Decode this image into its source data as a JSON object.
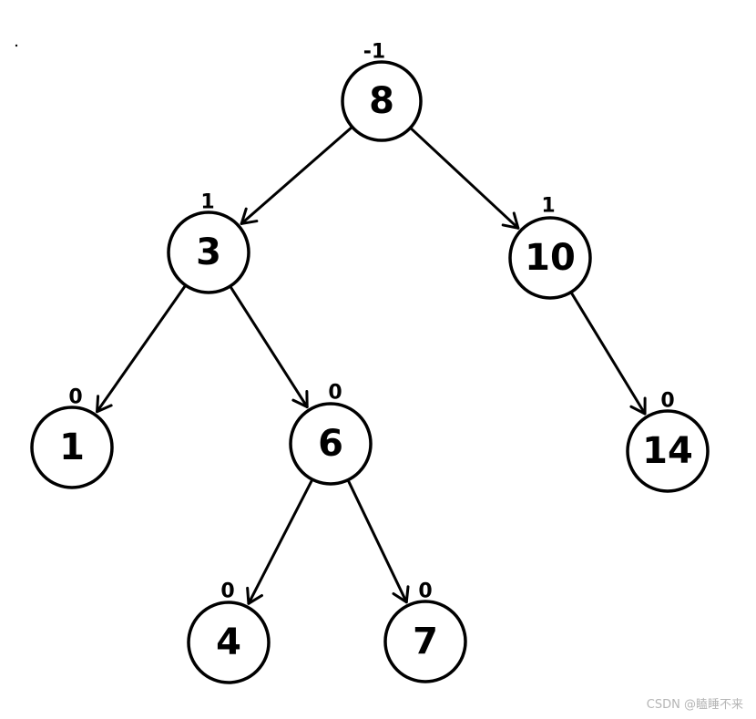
{
  "diagram": {
    "nodes": [
      {
        "id": "8",
        "label": "8",
        "balance": "-1"
      },
      {
        "id": "3",
        "label": "3",
        "balance": "1"
      },
      {
        "id": "10",
        "label": "10",
        "balance": "1"
      },
      {
        "id": "1",
        "label": "1",
        "balance": "0"
      },
      {
        "id": "6",
        "label": "6",
        "balance": "0"
      },
      {
        "id": "14",
        "label": "14",
        "balance": "0"
      },
      {
        "id": "4",
        "label": "4",
        "balance": "0"
      },
      {
        "id": "7",
        "label": "7",
        "balance": "0"
      }
    ],
    "edges": [
      {
        "from": "8",
        "to": "3"
      },
      {
        "from": "8",
        "to": "10"
      },
      {
        "from": "3",
        "to": "1"
      },
      {
        "from": "3",
        "to": "6"
      },
      {
        "from": "10",
        "to": "14"
      },
      {
        "from": "6",
        "to": "4"
      },
      {
        "from": "6",
        "to": "7"
      }
    ]
  },
  "watermark": "CSDN @瞌睡不来"
}
